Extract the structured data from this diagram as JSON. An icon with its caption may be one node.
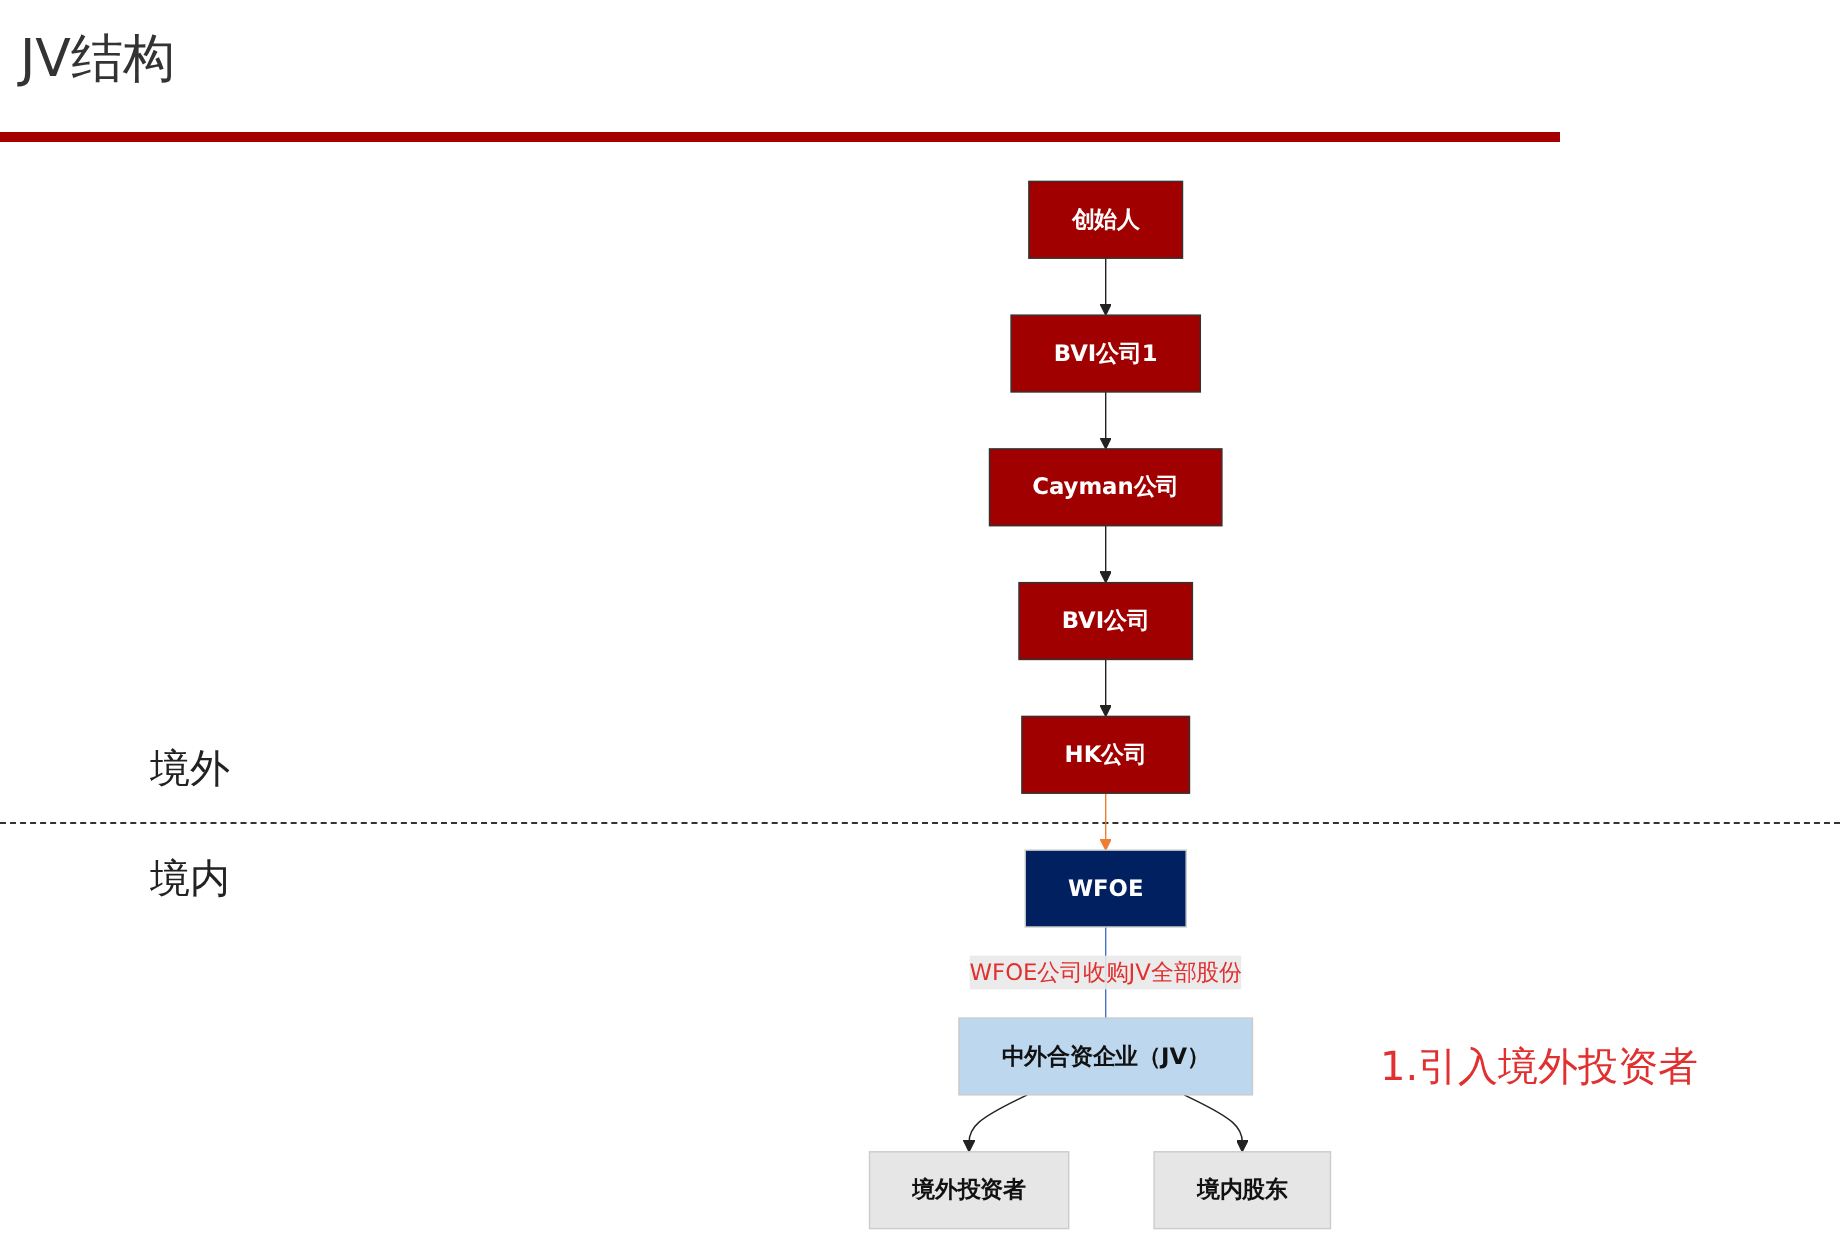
{
  "diagram": {
    "title": "JV结构",
    "nodes": [
      {
        "text": [
          "创始人"
        ]
      },
      {
        "text": [
          "BVI公司1"
        ]
      },
      {
        "text": [
          "Cayman公司"
        ]
      },
      {
        "text": [
          "BVI公司"
        ]
      },
      {
        "text": [
          "HK公司"
        ]
      },
      {
        "text": [
          "WFOE"
        ]
      },
      {
        "text": [
          "中外合资企业（JV）"
        ]
      },
      {
        "text": [
          "境外投资者"
        ]
      },
      {
        "text": [
          "境内股东"
        ]
      }
    ],
    "edges": [
      {
        "from": 0,
        "to": 1,
        "arrow": "to"
      },
      {
        "from": 1,
        "to": 2,
        "arrow": "to"
      },
      {
        "from": 2,
        "to": 3,
        "arrow": "to"
      },
      {
        "from": 3,
        "to": 4,
        "arrow": "to"
      },
      {
        "from": 4,
        "to": 5,
        "arrow": "to",
        "color": "#ed7d31"
      },
      {
        "from": 6,
        "to": 7,
        "arrow": "to"
      },
      {
        "from": 6,
        "to": 8,
        "arrow": "to"
      },
      {
        "from": 5,
        "to": 6,
        "arrow": "none",
        "label": "WFOE公司收购JV全部股份",
        "color": "#4472c4"
      }
    ],
    "labels": [
      "1.引入境外投资者",
      "境外",
      "境内"
    ]
  }
}
